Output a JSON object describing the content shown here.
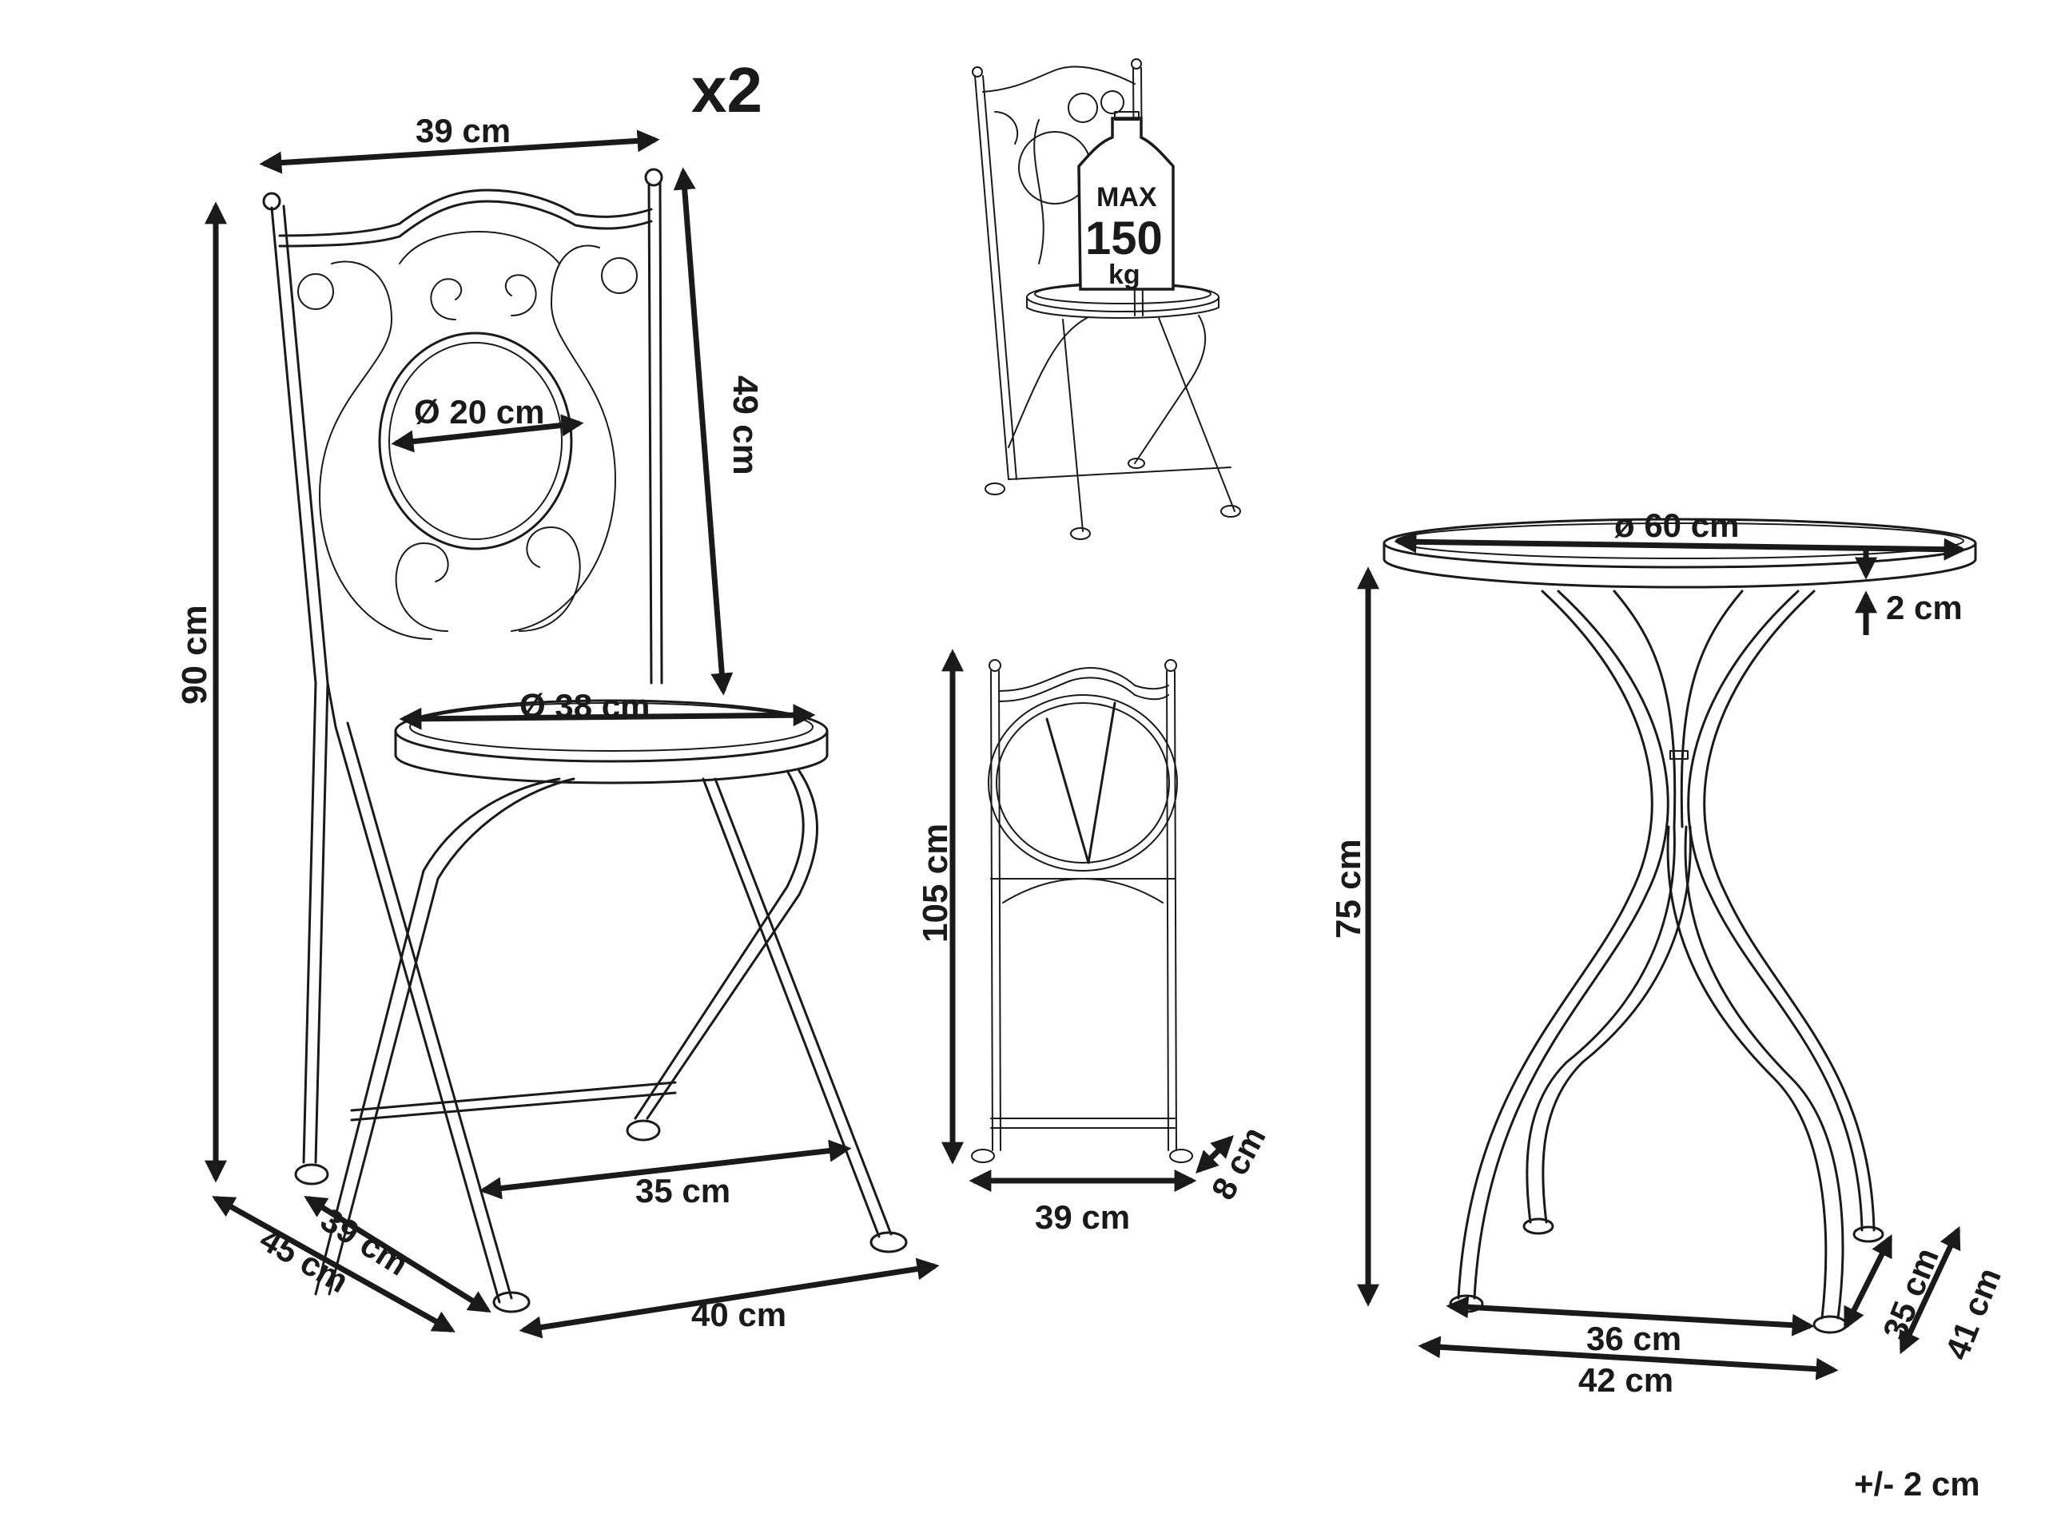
{
  "labels": {
    "qty": "x2",
    "chair_width_top": "39 cm",
    "chair_height": "90 cm",
    "backrest_height": "49 cm",
    "back_circle_dia": "Ø 20 cm",
    "seat_dia": "Ø 38 cm",
    "leg_spread_inner": "35 cm",
    "chair_front_width": "40 cm",
    "depth_inner": "39 cm",
    "depth_outer": "45 cm",
    "max_text": "MAX",
    "max_num": "150",
    "max_unit": "kg",
    "folded_height": "105 cm",
    "folded_width": "39 cm",
    "folded_depth": "8 cm",
    "table_dia": "ø 60 cm",
    "table_top_thickness": "2 cm",
    "table_height": "75 cm",
    "table_leg_inner": "36 cm",
    "table_leg_outer": "42 cm",
    "table_depth_inner": "35 cm",
    "table_depth_outer": "41 cm",
    "tolerance": "+/- 2 cm"
  }
}
